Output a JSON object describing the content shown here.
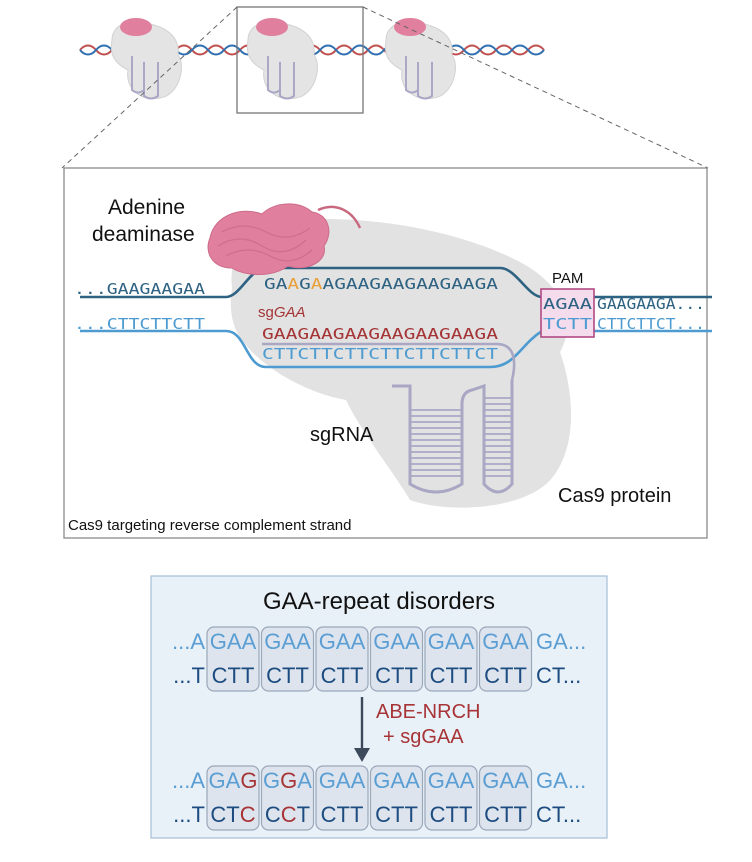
{
  "main_panel": {
    "labels": {
      "adenine_line1": "Adenine",
      "adenine_line2": "deaminase",
      "pam": "PAM",
      "sgrna": "sgRNA",
      "cas9": "Cas9 protein",
      "caption": "Cas9 targeting reverse complement strand",
      "sg_prefix": "sg",
      "sg_italic": "GAA"
    },
    "sequences": {
      "left_top": "...GAAGAAGAA",
      "left_bottom": "...CTTCTTCTT",
      "edited_strand": [
        "GA",
        "A",
        "G",
        "A",
        "AGAAGAAGAAGAAGA"
      ],
      "guide_rna": "GAAGAAGAAGAAGAAGAAGA",
      "target_strand": "CTTCTTCTTCTTCTTCTTCT",
      "pam_top": "AGAA",
      "pam_bottom": "TCTT",
      "right_top": "GAAGAAGA...",
      "right_bottom": "CTTCTTCT..."
    },
    "colors": {
      "dark_blue": "#2e6282",
      "light_blue": "#4d9bd0",
      "red": "#a43436",
      "orange": "#e8a13a",
      "pam_border": "#b04a82",
      "pam_fill": "#f4dced",
      "protein": "#e2e2e2",
      "deaminase": "#e07f9e",
      "sgrna_stroke": "#a9a7c4"
    }
  },
  "bottom_panel": {
    "title": "GAA-repeat disorders",
    "top_before": [
      "...A",
      "GAA",
      "GAA",
      "GAA",
      "GAA",
      "GAA",
      "GAA",
      "GA..."
    ],
    "bottom_before": [
      "...T",
      "CTT",
      "CTT",
      "CTT",
      "CTT",
      "CTT",
      "CTT",
      "CT..."
    ],
    "arrow_line1": "ABE-NRCH",
    "arrow_line2": "+ sgGAA",
    "top_after": [
      "...A",
      "GAG",
      "GGA",
      "GAA",
      "GAA",
      "GAA",
      "GAA",
      "GA..."
    ],
    "bottom_after": [
      "...T",
      "CTC",
      "CCT",
      "CTT",
      "CTT",
      "CTT",
      "CTT",
      "CT..."
    ],
    "colors": {
      "panel_fill": "#e8f0f8",
      "panel_border": "#aac2d8",
      "box_fill": "#dde4ee",
      "box_border": "#9aa8ba",
      "light_blue": "#5b9ed3",
      "dark_blue": "#1d4c80",
      "red": "#a73436",
      "arrow": "#3c4a5c"
    }
  }
}
